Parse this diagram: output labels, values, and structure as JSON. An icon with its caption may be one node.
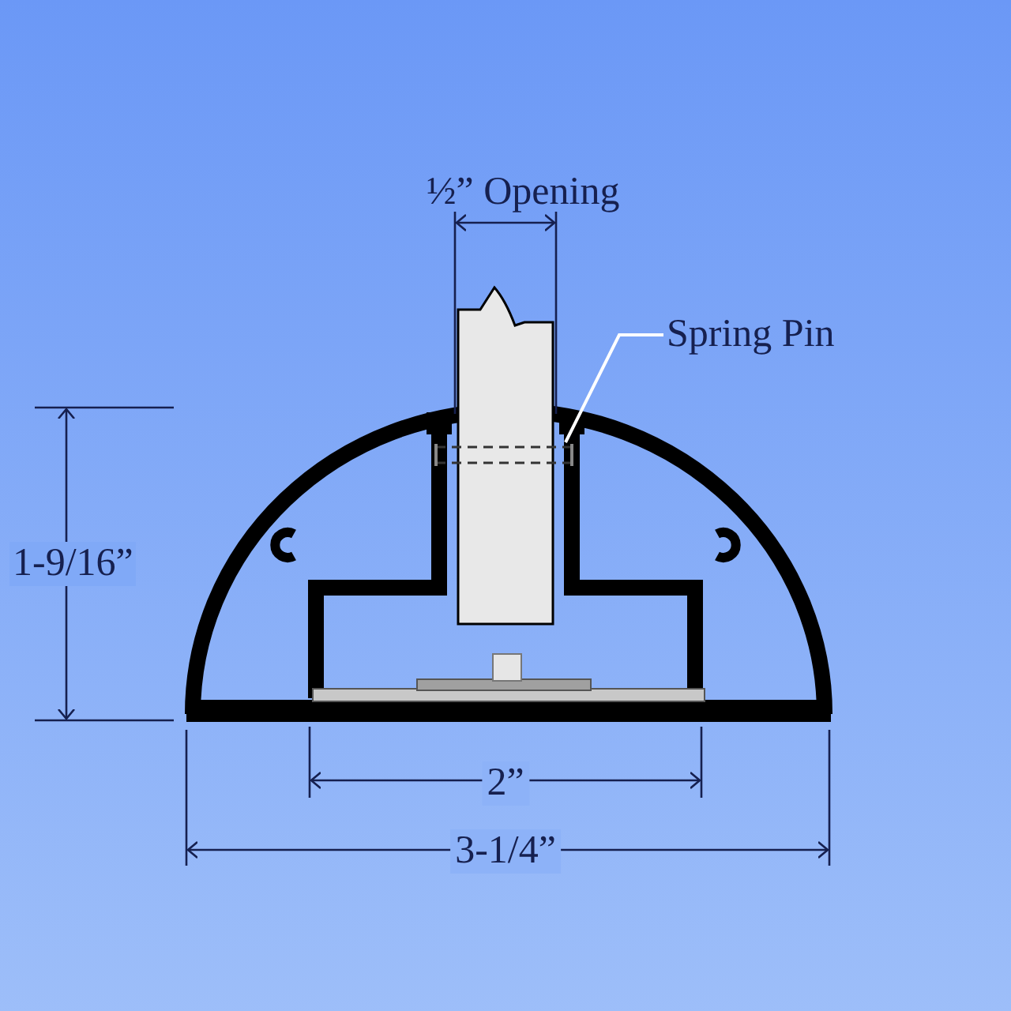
{
  "diagram": {
    "nodes": [
      {
        "text": [
          "Spring Pin"
        ]
      },
      {
        "text": [],
        "shape": "bar"
      }
    ],
    "edges": [
      {
        "from": 0,
        "to": 1,
        "arrow": "none"
      }
    ],
    "labels": [
      "½” Opening",
      "1-9/16”",
      "2”",
      "3-1/4”"
    ]
  }
}
